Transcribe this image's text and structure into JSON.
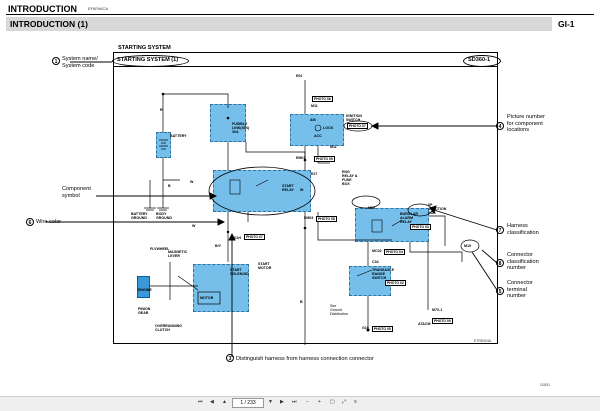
{
  "header": {
    "title": "INTRODUCTION",
    "code": "EF6FA6CA"
  },
  "band": {
    "title": "INTRODUCTION (1)",
    "page_code": "GI-1"
  },
  "diagram": {
    "system_title": "STARTING SYSTEM",
    "system_name_box": "STARTING SYSTEM (1)",
    "diagram_code": "SD360-1",
    "figure_code": "ETRE004A",
    "page_footer": "GGI01",
    "components": {
      "battery": "BATTERY",
      "battery_ground": "BATTERY\nGROUND",
      "body_ground": "BODY\nGROUND",
      "fusible_link": "FUSIBLE\nLINK(IGN)\n30A",
      "ignition_switch": "IGNITION\nSWITCH",
      "lock": "LOCK",
      "am": "AM",
      "acc": "ACC",
      "start_relay": "START\nRELAY",
      "ipjb": "I/P\nJUNCTION\nBOX",
      "eng_fuse_box": "ENG\nRELAY &\nFUSE\nBOX",
      "burglar_relay": "BURGLAR\nALARM\nRELAY",
      "transaxle_switch": "TRANSAXLE\nRANGE\nSWITCH",
      "start_solenoid": "START\nSOLENOID",
      "start_motor": "START\nMOTOR",
      "engine": "ENGINE",
      "motor": "MOTOR",
      "flywheel": "FLYWHEEL",
      "magnetic_lever": "MAGNETIC\nLEVER",
      "pinion_gear": "PINION\nGEAR",
      "overrunning_clutch": "OVERRUNNING\nCLUTCH",
      "see_ground": "See\nGround\nDistribution"
    },
    "connectors": {
      "e02": "E02",
      "m11_top": "M11",
      "em01": "EM01",
      "m11_mid": "M11",
      "e27": "E27",
      "em03": "EM03",
      "e01h": "E01H",
      "m19": "M19",
      "mc02": "MC02",
      "c34": "C34",
      "g10": "G10",
      "m70_1": "M70-1",
      "atacm": "ATACM",
      "m19_terminal": "M19"
    },
    "photos": {
      "p06": "PHOTO 06",
      "p07": "PHOTO 07",
      "p05": "PHOTO 05",
      "p08": "PHOTO 08",
      "p07b": "PHOTO 07",
      "p03": "PHOTO 03",
      "p04": "PHOTO 04",
      "p05b": "PHOTO 05",
      "p09": "PHOTO 09",
      "p02": "PHOTO 02"
    },
    "wire_colors": {
      "w1": "W",
      "w2": "W",
      "b": "B",
      "by": "B/Y",
      "r": "R",
      "b2": "B",
      "w3": "W"
    }
  },
  "callouts": {
    "c1": {
      "num": "1",
      "text": "System name/\nSystem code"
    },
    "c2": {
      "text": "Component\nsymbol"
    },
    "c3": {
      "num": "3",
      "text": "Distinguish harness from harness connection connector"
    },
    "c4": {
      "num": "4",
      "text": "Picture number\nfor component\nlocations"
    },
    "c5": {
      "num": "5",
      "text": "Connector\nterminal\nnumber"
    },
    "c6": {
      "num": "6",
      "text": "Wire color"
    },
    "c7": {
      "num": "7",
      "text": "Harness\nclassification"
    },
    "c8": {
      "num": "8",
      "text": "Connector\nclassification\nnumber"
    }
  },
  "toolbar": {
    "page_value": "1 / 233"
  },
  "colors": {
    "shade": "#5fb4e8",
    "band": "#d8d8d8"
  }
}
